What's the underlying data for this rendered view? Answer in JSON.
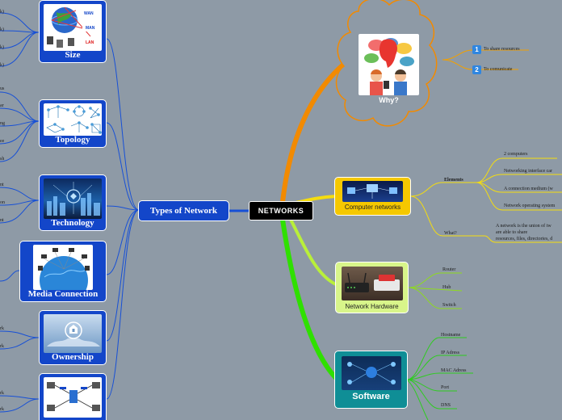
{
  "root": {
    "label": "NETWORKS"
  },
  "types_node": {
    "label": "Types of Network"
  },
  "left_cards": [
    {
      "label": "Size"
    },
    {
      "label": "Topology"
    },
    {
      "label": "Technology"
    },
    {
      "label": "Media Connection"
    },
    {
      "label": "Ownership"
    },
    {
      "label": ""
    }
  ],
  "size_leaves": [
    "k)",
    "k)",
    "k)",
    "k)"
  ],
  "size_img": {
    "wan": "WAN",
    "man": "MAN",
    "lan": "LAN"
  },
  "topology_leaves": [
    "us",
    "ar",
    "ng",
    "ee",
    "sh"
  ],
  "technology_leaves": [
    "nt",
    "on",
    "nt"
  ],
  "ownership_leaves": [
    "rk",
    "rk"
  ],
  "last_leaves": [
    "rk",
    "rk"
  ],
  "why": {
    "label": "Why?",
    "items": [
      {
        "num": "1",
        "text": "To share resources"
      },
      {
        "num": "2",
        "text": "To comunicate"
      }
    ]
  },
  "computer_networks": {
    "label": "Computer networks",
    "elements_label": "Elements",
    "elements": [
      "2 computers",
      "Networking interface car",
      "A connection medium (w",
      "Network operating system"
    ],
    "what_label": "What?",
    "what_text": [
      "A network is the union of tw",
      "are able to share",
      "resources, files, directories, d"
    ]
  },
  "hardware": {
    "label": "Network Hardware",
    "items": [
      "Router",
      "Hub",
      "Switch"
    ]
  },
  "software": {
    "label": "Software",
    "items": [
      "Hostname",
      "IP Adress",
      "MAC Adress",
      "Port",
      "DNS"
    ]
  },
  "colors": {
    "background": "#8e9aa6",
    "card_blue": "#1346c9",
    "orange": "#f28a00",
    "yellow": "#f5dd0f",
    "green": "#2fe000",
    "teal": "#0f8e96"
  }
}
